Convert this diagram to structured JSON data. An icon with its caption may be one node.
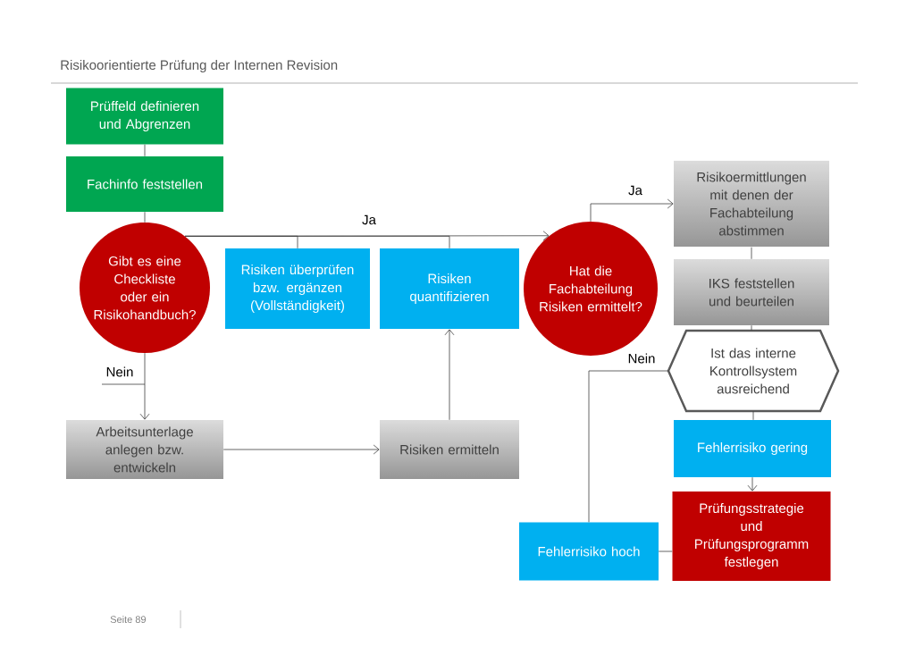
{
  "diagram": {
    "title": "Risikoorientierte Prüfung der Internen Revision",
    "nodes": [
      {
        "text": [
          "Prüffeld definieren und Abgrenzen"
        ]
      },
      {
        "text": [
          "Fachinfo feststellen"
        ]
      },
      {
        "text": [
          "Gibt es eine Checkliste oder ein Risikohandbuch?"
        ]
      },
      {
        "text": [
          "Risiken überprüfen bzw. ergänzen (Vollständigkeit)"
        ]
      },
      {
        "text": [
          "Risiken quantifizieren"
        ]
      },
      {
        "text": [
          "Hat die Fachabteilung Risiken ermittelt?"
        ]
      },
      {
        "text": [
          "Risikoermittlungen mit denen der Fachabteilung abstimmen"
        ]
      },
      {
        "text": [
          "IKS feststellen und beurteilen"
        ]
      },
      {
        "text": [
          "Ist das interne Kontrollsystem ausreichend"
        ]
      },
      {
        "text": [
          "Fehlerrisiko gering"
        ]
      },
      {
        "text": [
          "Prüfungsstrategie und Prüfungsprogramm festlegen"
        ]
      },
      {
        "text": [
          "Fehlerrisiko hoch"
        ]
      },
      {
        "text": [
          "Arbeitsunterlage anlegen bzw. entwickeln"
        ]
      },
      {
        "text": [
          "Risiken ermitteln"
        ]
      }
    ],
    "edges": [
      {
        "from": 0,
        "to": 1,
        "arrow": "none"
      },
      {
        "from": 1,
        "to": 2,
        "arrow": "none"
      },
      {
        "from": 2,
        "to": 5,
        "arrow": "to",
        "label": "Ja"
      },
      {
        "from": 2,
        "to": 3,
        "arrow": "none"
      },
      {
        "from": 2,
        "to": 4,
        "arrow": "none"
      },
      {
        "from": 5,
        "to": 6,
        "arrow": "to",
        "label": "Ja"
      },
      {
        "from": 6,
        "to": 7,
        "arrow": "none"
      },
      {
        "from": 7,
        "to": 8,
        "arrow": "none"
      },
      {
        "from": 8,
        "to": 9,
        "arrow": "none"
      },
      {
        "from": 9,
        "to": 10,
        "arrow": "to"
      },
      {
        "from": 8,
        "to": 11,
        "arrow": "none",
        "label": "Nein"
      },
      {
        "from": 11,
        "to": 10,
        "arrow": "none"
      },
      {
        "from": 2,
        "to": 12,
        "arrow": "to",
        "label": "Nein"
      },
      {
        "from": 12,
        "to": 13,
        "arrow": "to"
      },
      {
        "from": 13,
        "to": 4,
        "arrow": "to"
      }
    ],
    "labels": [
      "Seite 89"
    ]
  }
}
